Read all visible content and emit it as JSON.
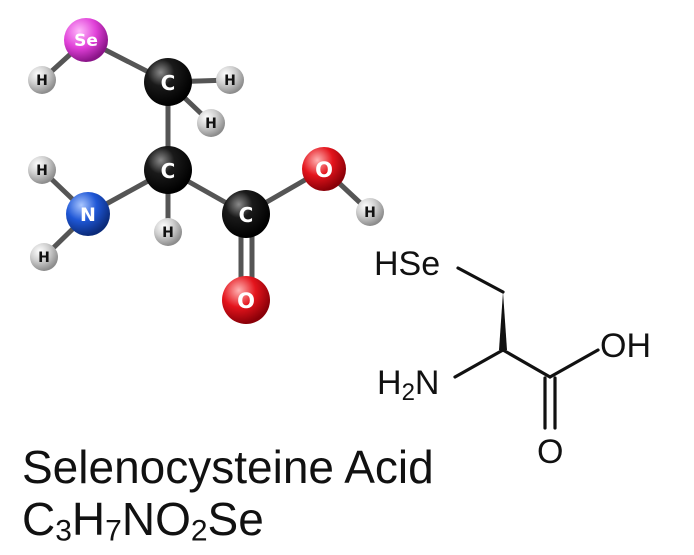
{
  "title": "Selenocysteine Acid",
  "formula": [
    {
      "text": "C",
      "sub": "3"
    },
    {
      "text": "H",
      "sub": "7"
    },
    {
      "text": "NO",
      "sub": "2"
    },
    {
      "text": "Se",
      "sub": ""
    }
  ],
  "ball_and_stick": {
    "colors": {
      "Se": "#e040d8",
      "C": "#111111",
      "N": "#1f57d6",
      "O": "#e4141c",
      "H": "#bdbdbd",
      "bond": "#555555"
    },
    "atoms": [
      {
        "id": "se",
        "element": "Se",
        "label": "Se"
      },
      {
        "id": "c_beta",
        "element": "C",
        "label": "C"
      },
      {
        "id": "c_alpha",
        "element": "C",
        "label": "C"
      },
      {
        "id": "c_carboxyl",
        "element": "C",
        "label": "C"
      },
      {
        "id": "n",
        "element": "N",
        "label": "N"
      },
      {
        "id": "o_hydroxyl",
        "element": "O",
        "label": "O"
      },
      {
        "id": "o_carbonyl",
        "element": "O",
        "label": "O"
      },
      {
        "id": "h_se",
        "element": "H",
        "label": "H"
      },
      {
        "id": "h_beta1",
        "element": "H",
        "label": "H"
      },
      {
        "id": "h_beta2",
        "element": "H",
        "label": "H"
      },
      {
        "id": "h_alpha",
        "element": "H",
        "label": "H"
      },
      {
        "id": "h_n1",
        "element": "H",
        "label": "H"
      },
      {
        "id": "h_n2",
        "element": "H",
        "label": "H"
      },
      {
        "id": "h_oh",
        "element": "H",
        "label": "H"
      }
    ]
  },
  "skeletal": {
    "labels": {
      "hse": "HSe",
      "oh": "OH",
      "h2n_h": "H",
      "h2n_sub": "2",
      "h2n_n": "N",
      "o": "O"
    }
  }
}
